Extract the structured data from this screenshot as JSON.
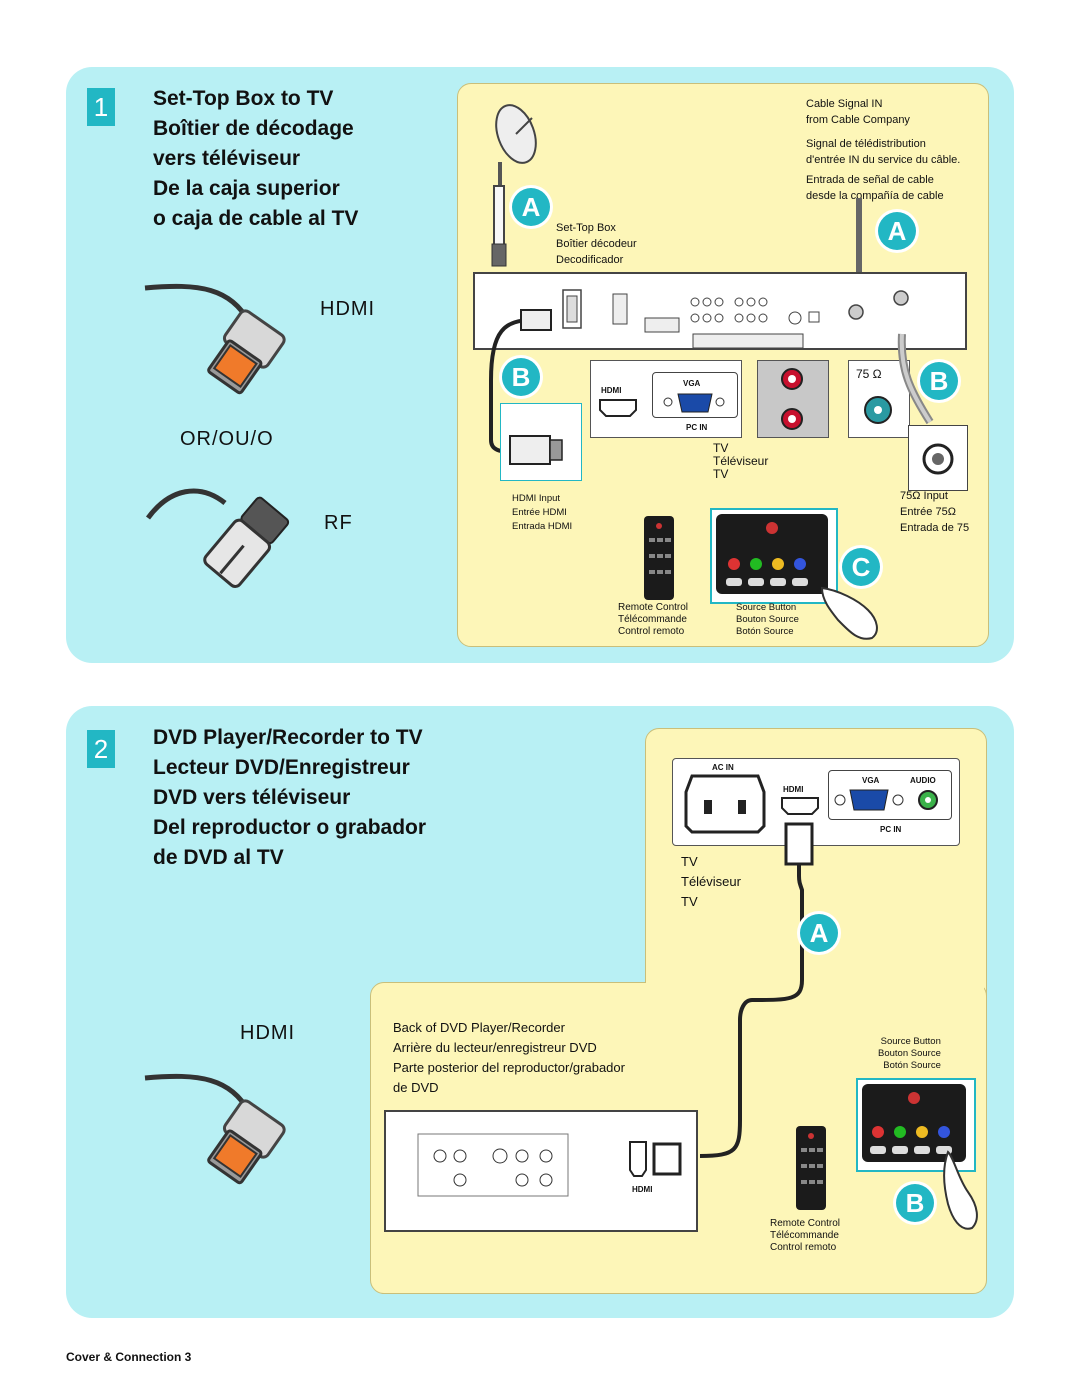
{
  "section1": {
    "number": "1",
    "titles": [
      "Set-Top Box to TV",
      "Boîtier de décodage",
      "vers téléviseur",
      "De la caja superior",
      "o caja de cable al TV"
    ],
    "cable_hdmi": "HDMI",
    "or": "OR/OU/O",
    "cable_rf": "RF",
    "signal_en": [
      "Cable Signal IN",
      "from Cable Company"
    ],
    "signal_fr": [
      "Signal de télédistribution",
      "d'entrée IN du service du câble."
    ],
    "signal_es": [
      "Entrada de señal de cable",
      "desde la compañía de cable"
    ],
    "stb_labels": [
      "Set-Top Box",
      "Boîtier décodeur",
      "Decodificador"
    ],
    "tv_labels": [
      "TV",
      "Téléviseur",
      "TV"
    ],
    "hdmi_input": [
      "HDMI Input",
      "Entrée HDMI",
      "Entrada HDMI"
    ],
    "ohm_input": [
      "75Ω Input",
      "Entrée 75Ω",
      "Entrada de 75"
    ],
    "remote_labels": [
      "Remote Control",
      "Télécommande",
      "Control remoto"
    ],
    "source_labels": [
      "Source Button",
      "Bouton Source",
      "Botón Source"
    ],
    "port_hdmi": "HDMI",
    "port_vga": "VGA",
    "port_pcin": "PC IN",
    "ohm_mark": "75 Ω",
    "badges": [
      "A",
      "A",
      "B",
      "B",
      "C"
    ]
  },
  "section2": {
    "number": "2",
    "titles": [
      "DVD Player/Recorder to TV",
      "Lecteur DVD/Enregistreur",
      "DVD vers téléviseur",
      "Del reproductor o grabador",
      "de DVD al TV"
    ],
    "cable_hdmi": "HDMI",
    "tv_labels": [
      "TV",
      "Téléviseur",
      "TV"
    ],
    "back_labels": [
      "Back of DVD Player/Recorder",
      "Arrière du lecteur/enregistreur DVD",
      "Parte posterior del reproductor/grabador",
      "de DVD"
    ],
    "source_labels": [
      "Source Button",
      "Bouton Source",
      "Botón Source"
    ],
    "remote_labels": [
      "Remote Control",
      "Télécommande",
      "Control remoto"
    ],
    "port_acin": "AC IN",
    "port_hdmi": "HDMI",
    "port_vga": "VGA",
    "port_audio": "AUDIO",
    "port_pcin": "PC IN",
    "dvd_hdmi": "HDMI",
    "badges": [
      "A",
      "B"
    ]
  },
  "footer": "Cover & Connection 3",
  "colors": {
    "panel": "#b8f0f4",
    "cream": "#fdf6b8",
    "accent": "#22b7c4",
    "cable_orange": "#f07a2a"
  }
}
